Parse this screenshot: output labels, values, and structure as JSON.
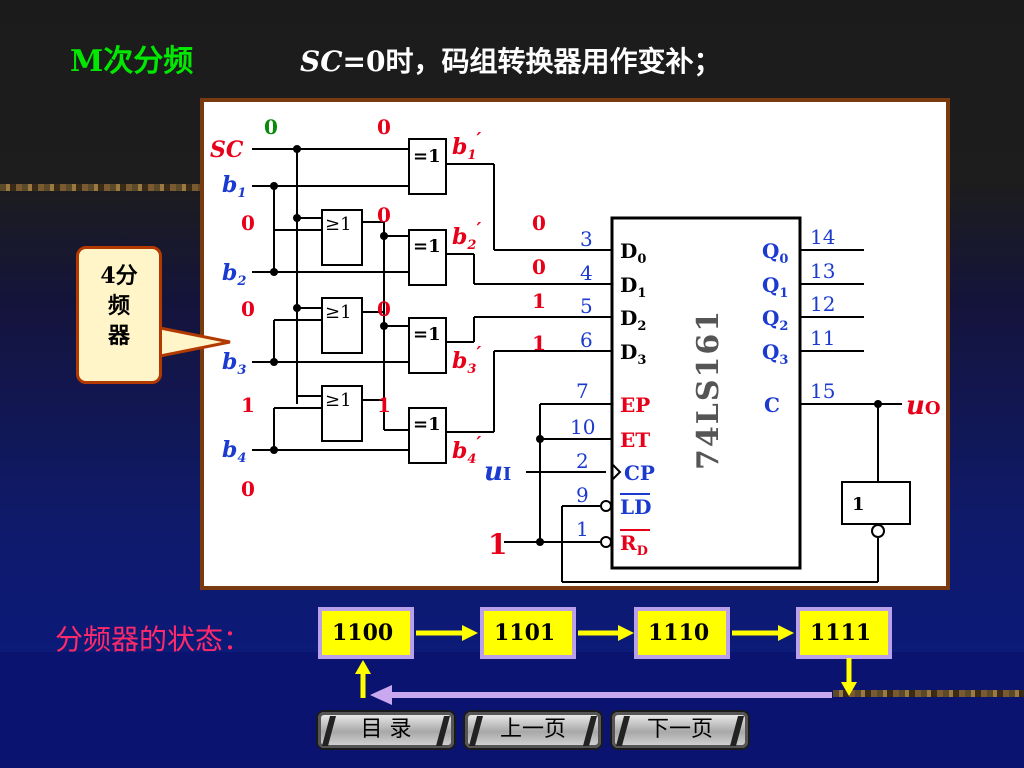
{
  "title": "M次分频",
  "subtitle": {
    "italic": "SC",
    "rest": "=0时，码组转换器用作变补；"
  },
  "callout": {
    "line1": "4分",
    "line2": "频",
    "line3": "器"
  },
  "circuit": {
    "inputs": {
      "sc": "SC",
      "b1": "b",
      "b2": "b",
      "b3": "b",
      "b4": "b",
      "s1": "1",
      "s2": "2",
      "s3": "3",
      "s4": "4"
    },
    "outputs": {
      "p1": "b",
      "p2": "b",
      "p3": "b",
      "p4": "b",
      "s1": "1",
      "s2": "2",
      "s3": "3",
      "s4": "4",
      "prime": "′"
    },
    "gate_xor": "=1",
    "gate_or": "≥1",
    "gate_not": "1",
    "chip_name": "74LS161",
    "pins_left": [
      {
        "num": "3",
        "name": "D0"
      },
      {
        "num": "4",
        "name": "D1"
      },
      {
        "num": "5",
        "name": "D2"
      },
      {
        "num": "6",
        "name": "D3"
      },
      {
        "num": "7",
        "name": "EP"
      },
      {
        "num": "10",
        "name": "ET"
      },
      {
        "num": "2",
        "name": "CP"
      },
      {
        "num": "9",
        "name": "LD"
      },
      {
        "num": "1",
        "name": "RD"
      }
    ],
    "pins_right": [
      {
        "num": "14",
        "name": "Q0"
      },
      {
        "num": "13",
        "name": "Q1"
      },
      {
        "num": "12",
        "name": "Q2"
      },
      {
        "num": "11",
        "name": "Q3"
      },
      {
        "num": "15",
        "name": "C"
      }
    ],
    "input_ui": "u",
    "input_ui_sub": "I",
    "output_uo": "u",
    "output_uo_sub": "O",
    "const_one": "1",
    "values": {
      "sc_top": "0",
      "b1_top": "0",
      "b2_row": "0",
      "or1_out": "0",
      "b3_row": "0",
      "or2_out": "0",
      "b4_row": "1",
      "or3_out": "1",
      "b4_bottom": "0",
      "d0": "0",
      "d1": "0",
      "d2": "1",
      "d3": "1"
    }
  },
  "states": {
    "label": "分频器的状态：",
    "items": [
      "1100",
      "1101",
      "1110",
      "1111"
    ]
  },
  "nav": {
    "toc": "目  录",
    "prev": "上一页",
    "next": "下一页"
  },
  "colors": {
    "title": "#00e800",
    "state_label": "#ff2a6a",
    "signal_red": "#e8001a",
    "pin_blue": "#1a3ad0",
    "state_box": "#ffff00",
    "arrow": "#ffff00"
  }
}
